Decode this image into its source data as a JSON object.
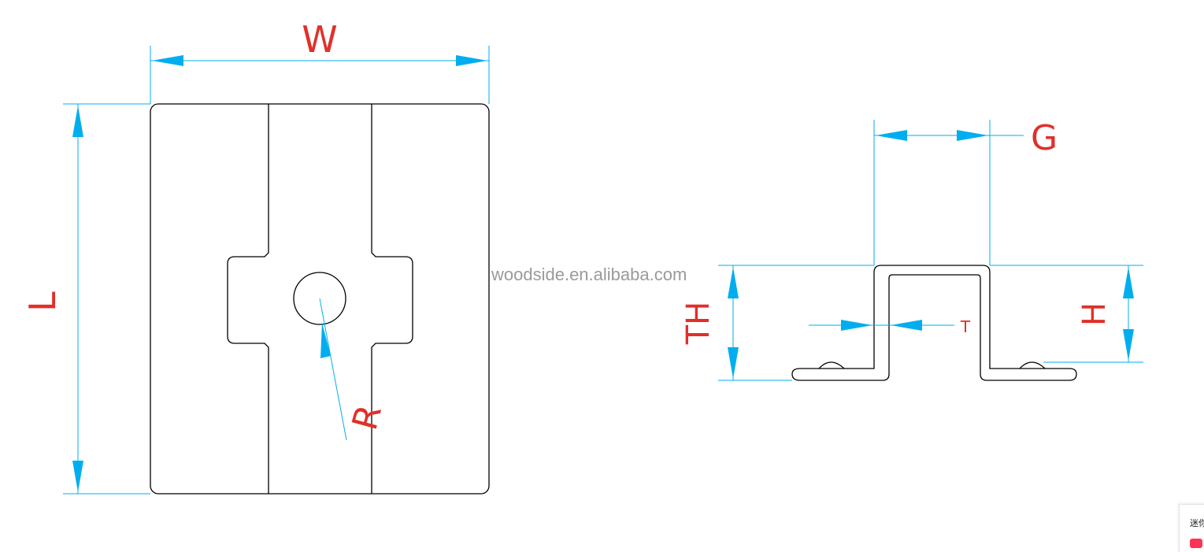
{
  "labels": {
    "width": "W",
    "length": "L",
    "radius": "R",
    "gap": "G",
    "total_height": "TH",
    "height": "H",
    "thickness": "T"
  },
  "watermark": "woodside.en.alibaba.com",
  "corner_widget": {
    "text": "迷你"
  },
  "colors": {
    "outline": "#000000",
    "dimension": "#00aeef",
    "label": "#e0302a",
    "watermark": "#9a9a9a"
  }
}
